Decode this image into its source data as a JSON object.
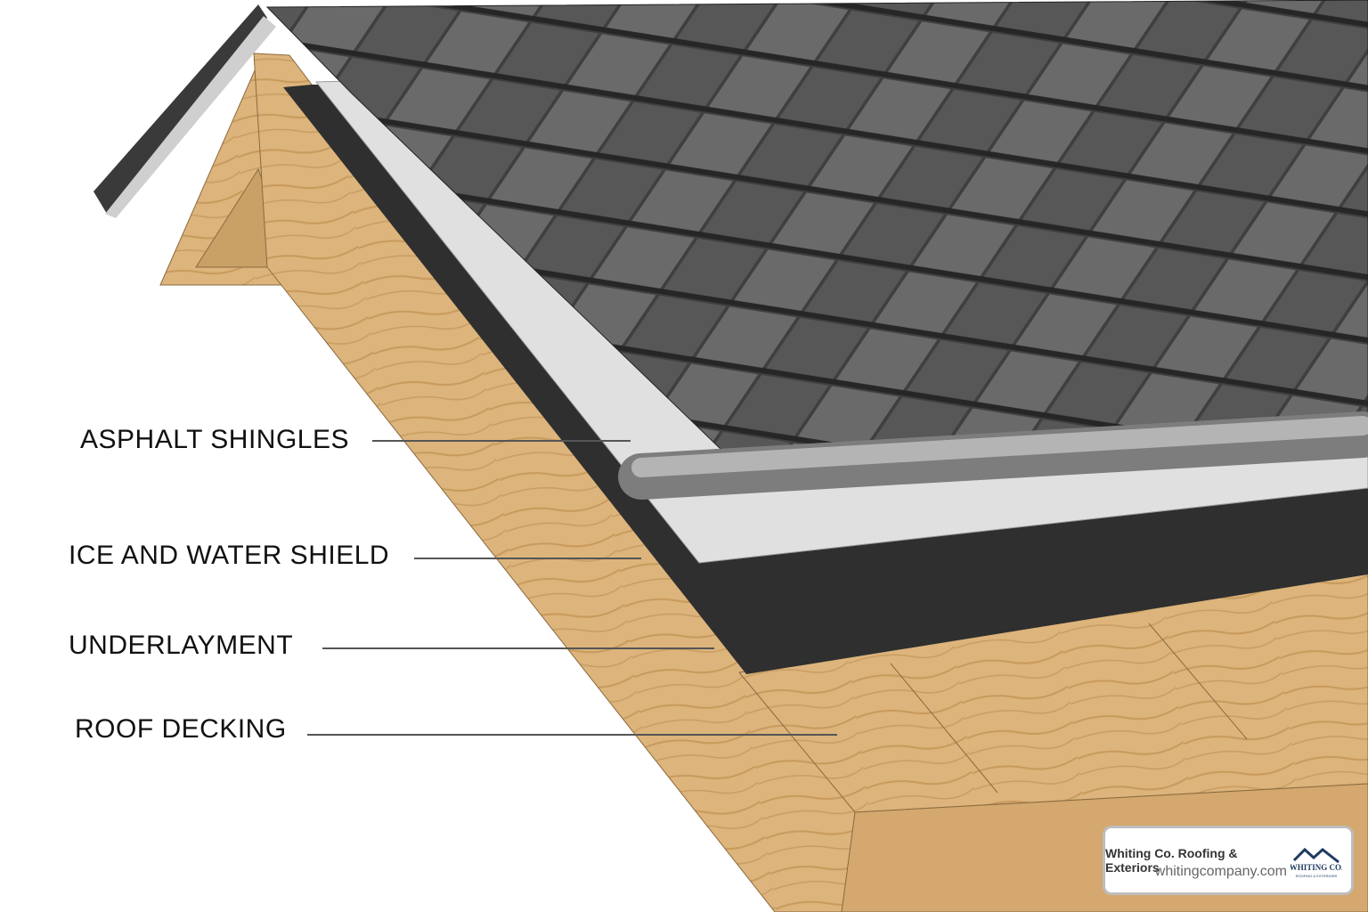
{
  "labels": {
    "asphalt_shingles": "ASPHALT SHINGLES",
    "ice_water_shield": "ICE AND WATER SHIELD",
    "underlayment": "UNDERLAYMENT",
    "roof_decking": "ROOF DECKING"
  },
  "brand": {
    "name": "Whiting Co. Roofing & Exteriors",
    "url": "whitingcompany.com",
    "logo_text": "WHITING CO.",
    "logo_subtext": "ROOFING & EXTERIORS"
  },
  "colors": {
    "wood": "#d9b27a",
    "wood_dark": "#c49a5e",
    "underlayment": "#2e2e2e",
    "shield": "#dcdcdc",
    "shingle": "#5a5a5a",
    "drip_edge": "#9a9a9a",
    "logo_blue": "#1f3a5f"
  }
}
